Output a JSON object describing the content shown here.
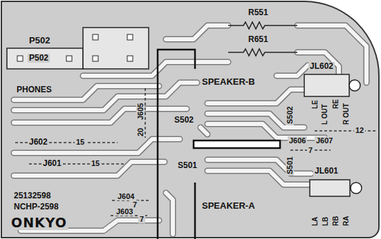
{
  "diagram": {
    "labels": [
      "P502",
      "P502",
      "R551",
      "R651",
      "JL602",
      "PHONES",
      "SPEAKER-B",
      "J605",
      "20",
      "LE",
      "L OUT",
      "RE",
      "R OUT",
      "S502",
      "S502",
      "J602",
      "15",
      "J601",
      "15",
      "J606",
      "7",
      "J607",
      "12",
      "S501",
      "S501",
      "JL601",
      "25132598",
      "NCHP-2598",
      "J604",
      "7",
      "J603",
      "7",
      "SPEAKER-A",
      "LA",
      "LB",
      "RB",
      "RA",
      "ONKYO"
    ]
  }
}
